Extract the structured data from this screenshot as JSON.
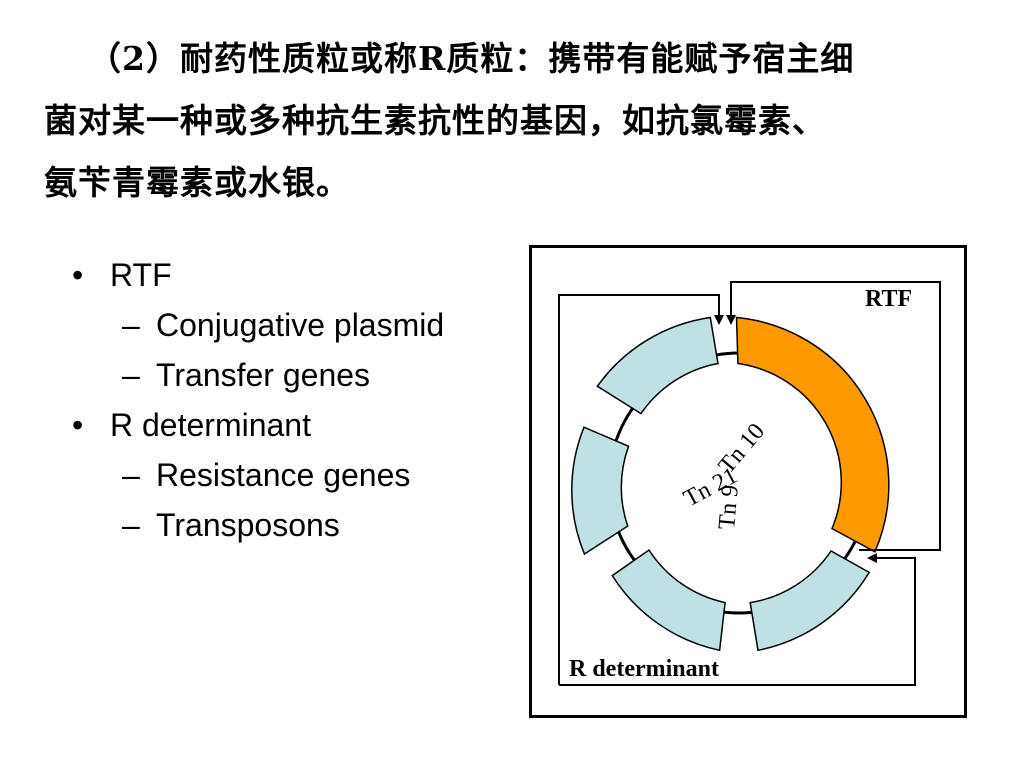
{
  "heading": {
    "line1": "（2）耐药性质粒或称R质粒：携带有能赋予宿主细",
    "line2": "菌对某一种或多种抗生素抗性的基因，如抗氯霉素、",
    "line3": "氨苄青霉素或水银。"
  },
  "bullets": {
    "rtf": {
      "label": "RTF",
      "sub1": "Conjugative plasmid",
      "sub2": "Transfer genes"
    },
    "rdet": {
      "label": "R determinant",
      "sub1": "Resistance genes",
      "sub2": "Transposons"
    }
  },
  "diagram": {
    "rtf_label": "RTF",
    "rdet_label": "R determinant",
    "center_tn1": "Tn 10",
    "center_tn2": "Tn 21",
    "center_tn3": "Tn 9",
    "colors": {
      "rtf_segment": "#FF9900",
      "resistance_segment": "#BFE0E4",
      "outline": "#000000"
    }
  }
}
